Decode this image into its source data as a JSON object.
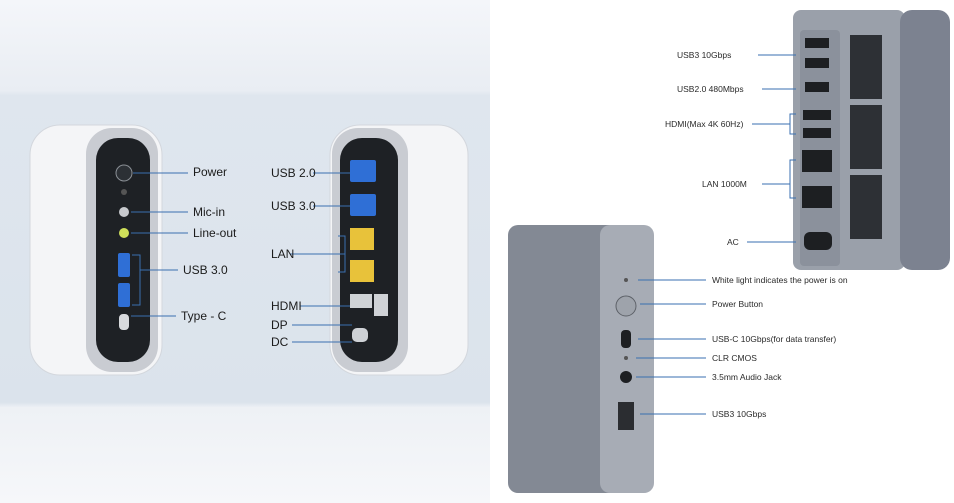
{
  "left_panel": {
    "front_labels": {
      "power": "Power",
      "mic_in": "Mic-in",
      "line_out": "Line-out",
      "usb30": "USB 3.0",
      "type_c": "Type - C"
    },
    "rear_labels": {
      "usb20": "USB 2.0",
      "usb30": "USB 3.0",
      "lan": "LAN",
      "hdmi": "HDMI",
      "dp": "DP",
      "dc": "DC"
    }
  },
  "right_panel": {
    "rear_labels": {
      "usb3": "USB3 10Gbps",
      "usb2": "USB2.0 480Mbps",
      "hdmi": "HDMI(Max 4K 60Hz)",
      "lan": "LAN 1000M",
      "ac": "AC"
    },
    "front_labels": {
      "light": "White light indicates the power is on",
      "power_button": "Power Button",
      "usbc": "USB-C 10Gbps(for data transfer)",
      "clr": "CLR CMOS",
      "audio": "3.5mm Audio Jack",
      "usb3": "USB3 10Gbps"
    }
  },
  "colors": {
    "usb_blue": "#2f6fd6",
    "lan_yellow": "#e8c23a",
    "label_line": "#3a6fb0",
    "device_white": "#f3f4f6",
    "device_gray": "#7c8290"
  }
}
